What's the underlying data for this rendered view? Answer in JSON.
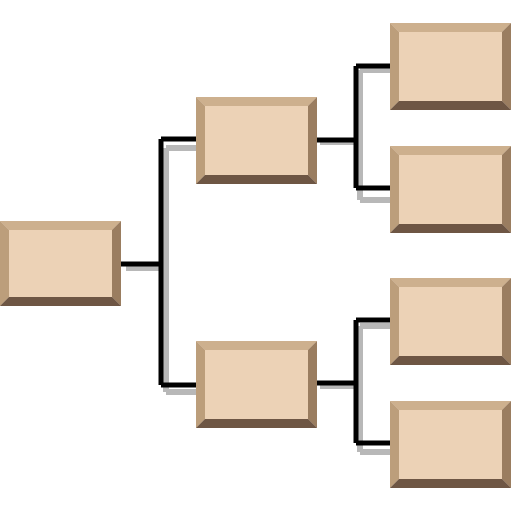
{
  "diagram": {
    "type": "tree-hierarchy",
    "levels": 3,
    "nodes": [
      {
        "id": "root",
        "label": "",
        "level": 0
      },
      {
        "id": "child-top",
        "label": "",
        "level": 1,
        "parent": "root"
      },
      {
        "id": "child-bottom",
        "label": "",
        "level": 1,
        "parent": "root"
      },
      {
        "id": "leaf-1",
        "label": "",
        "level": 2,
        "parent": "child-top"
      },
      {
        "id": "leaf-2",
        "label": "",
        "level": 2,
        "parent": "child-top"
      },
      {
        "id": "leaf-3",
        "label": "",
        "level": 2,
        "parent": "child-bottom"
      },
      {
        "id": "leaf-4",
        "label": "",
        "level": 2,
        "parent": "child-bottom"
      }
    ]
  },
  "colors": {
    "background": "#ffffff",
    "box_face": "#ecd2b6",
    "bevel_top": "#cdb08e",
    "bevel_left": "#bc9e7b",
    "bevel_right": "#9a7d60",
    "bevel_bottom": "#6e5644",
    "connector": "#000000",
    "connector_shadow": "#b8b8b8"
  }
}
